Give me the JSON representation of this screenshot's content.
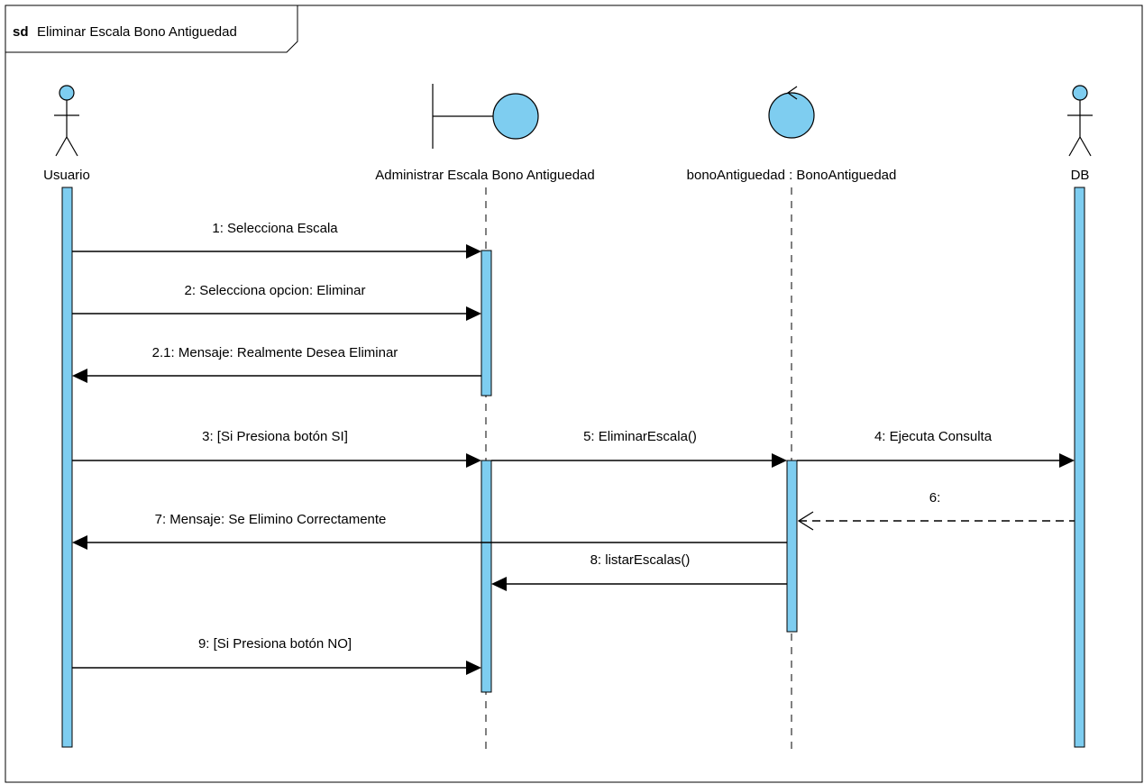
{
  "frame": {
    "keyword": "sd",
    "title": "Eliminar Escala Bono Antiguedad"
  },
  "colors": {
    "activation": "#7ecdf0",
    "entity": "#7ecdf0",
    "line": "#000000",
    "background": "#ffffff"
  },
  "lifelines": [
    {
      "id": "usuario",
      "kind": "actor",
      "label": "Usuario"
    },
    {
      "id": "boundary",
      "kind": "boundary",
      "label": "Administrar Escala Bono Antiguedad"
    },
    {
      "id": "control",
      "kind": "control",
      "label": "bonoAntiguedad : BonoAntiguedad"
    },
    {
      "id": "db",
      "kind": "actor",
      "label": "DB"
    }
  ],
  "messages": [
    {
      "label": "1: Selecciona Escala",
      "from": "usuario",
      "to": "boundary",
      "type": "sync"
    },
    {
      "label": "2: Selecciona opcion: Eliminar",
      "from": "usuario",
      "to": "boundary",
      "type": "sync"
    },
    {
      "label": "2.1: Mensaje: Realmente Desea Eliminar",
      "from": "boundary",
      "to": "usuario",
      "type": "sync"
    },
    {
      "label": "3: [Si Presiona botón  SI]",
      "from": "usuario",
      "to": "boundary",
      "type": "sync"
    },
    {
      "label": "5: EliminarEscala()",
      "from": "boundary",
      "to": "control",
      "type": "sync"
    },
    {
      "label": "4: Ejecuta Consulta",
      "from": "control",
      "to": "db",
      "type": "sync"
    },
    {
      "label": "6:",
      "from": "db",
      "to": "control",
      "type": "return"
    },
    {
      "label": "7: Mensaje: Se Elimino Correctamente",
      "from": "control",
      "to": "usuario",
      "type": "sync"
    },
    {
      "label": "8: listarEscalas()",
      "from": "control",
      "to": "boundary",
      "type": "sync"
    },
    {
      "label": "9: [Si Presiona botón NO]",
      "from": "usuario",
      "to": "boundary",
      "type": "sync"
    }
  ]
}
